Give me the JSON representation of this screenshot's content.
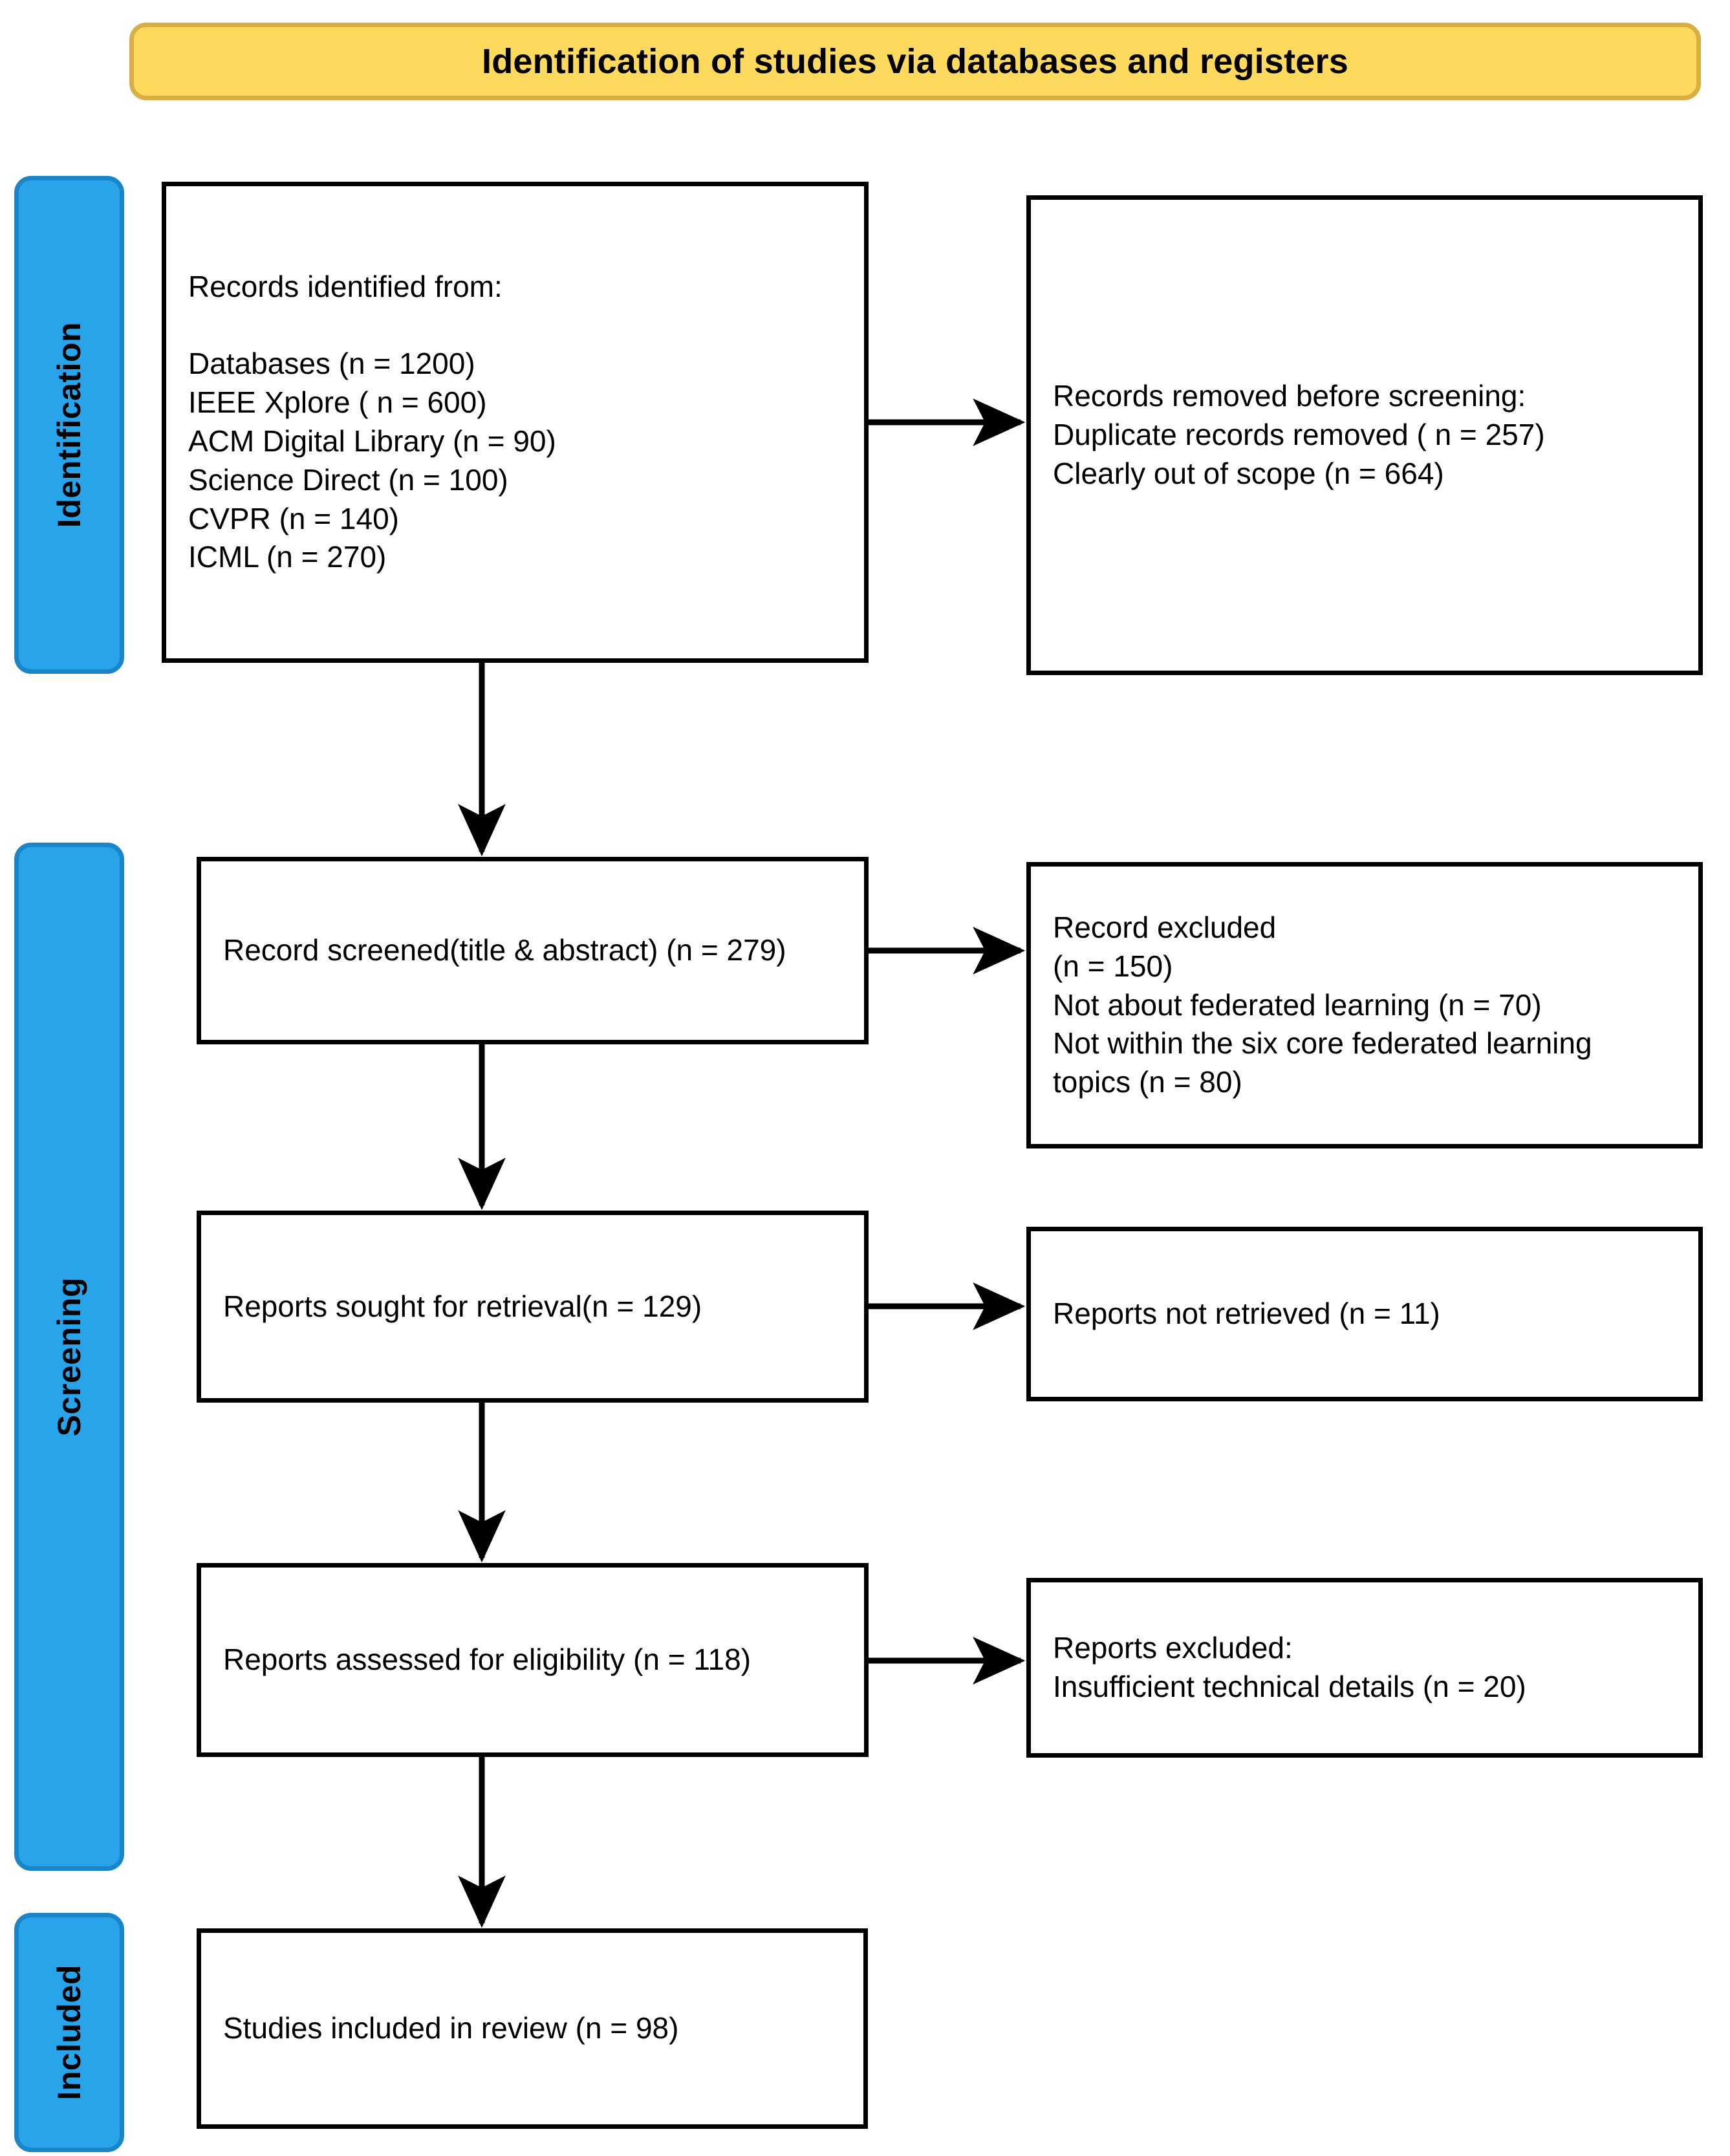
{
  "title": {
    "text": "Identification of studies via databases and registers"
  },
  "colors": {
    "banner_fill": "#fdd95e",
    "banner_border": "#d9ae45",
    "stage_fill": "#29a3ea",
    "stage_border": "#1a86c9",
    "box_border": "#000000",
    "box_fill": "#ffffff",
    "text": "#000000"
  },
  "stages": [
    {
      "id": "identification",
      "label": "Identification"
    },
    {
      "id": "screening",
      "label": "Screening"
    },
    {
      "id": "included",
      "label": "Included"
    }
  ],
  "boxes": {
    "records_identified": {
      "text": "Records identified from:\n\nDatabases (n = 1200)\nIEEE Xplore ( n = 600)\nACM Digital Library (n = 90)\nScience Direct (n = 100)\nCVPR (n = 140)\nICML (n = 270)"
    },
    "records_removed": {
      "text": "Records removed before screening:\nDuplicate records removed ( n = 257)\nClearly out of scope (n = 664)"
    },
    "record_screened": {
      "text": "Record screened(title & abstract) (n = 279)"
    },
    "record_excluded": {
      "text": "Record excluded\n(n = 150)\nNot about federated learning (n = 70)\nNot within the six core federated learning topics (n = 80)"
    },
    "reports_sought": {
      "text": "Reports sought for retrieval(n = 129)"
    },
    "reports_not_retrieved": {
      "text": "Reports not retrieved (n = 11)"
    },
    "reports_assessed": {
      "text": "Reports assessed for eligibility (n = 118)"
    },
    "reports_excluded": {
      "text": "Reports excluded:\nInsufficient technical details (n = 20)"
    },
    "studies_included": {
      "text": "Studies included in review (n = 98)"
    }
  },
  "chart_data": {
    "type": "diagram",
    "title": "Identification of studies via databases and registers",
    "stages": [
      "Identification",
      "Screening",
      "Included"
    ],
    "nodes": [
      {
        "id": "records_identified",
        "stage": "Identification",
        "label": "Records identified from",
        "counts": {
          "Databases": 1200,
          "IEEE Xplore": 600,
          "ACM Digital Library": 90,
          "Science Direct": 100,
          "CVPR": 140,
          "ICML": 270
        }
      },
      {
        "id": "records_removed",
        "stage": "Identification",
        "label": "Records removed before screening",
        "counts": {
          "Duplicate records removed": 257,
          "Clearly out of scope": 664
        }
      },
      {
        "id": "record_screened",
        "stage": "Screening",
        "label": "Record screened(title & abstract)",
        "n": 279
      },
      {
        "id": "record_excluded",
        "stage": "Screening",
        "label": "Record excluded",
        "n": 150,
        "counts": {
          "Not about federated learning": 70,
          "Not within the six core federated learning topics": 80
        }
      },
      {
        "id": "reports_sought",
        "stage": "Screening",
        "label": "Reports sought for retrieval",
        "n": 129
      },
      {
        "id": "reports_not_retrieved",
        "stage": "Screening",
        "label": "Reports not retrieved",
        "n": 11
      },
      {
        "id": "reports_assessed",
        "stage": "Screening",
        "label": "Reports assessed for eligibility",
        "n": 118
      },
      {
        "id": "reports_excluded",
        "stage": "Screening",
        "label": "Reports excluded: Insufficient technical details",
        "n": 20
      },
      {
        "id": "studies_included",
        "stage": "Included",
        "label": "Studies included in review",
        "n": 98
      }
    ],
    "edges": [
      {
        "from": "records_identified",
        "to": "records_removed",
        "direction": "right"
      },
      {
        "from": "records_identified",
        "to": "record_screened",
        "direction": "down"
      },
      {
        "from": "record_screened",
        "to": "record_excluded",
        "direction": "right"
      },
      {
        "from": "record_screened",
        "to": "reports_sought",
        "direction": "down"
      },
      {
        "from": "reports_sought",
        "to": "reports_not_retrieved",
        "direction": "right"
      },
      {
        "from": "reports_sought",
        "to": "reports_assessed",
        "direction": "down"
      },
      {
        "from": "reports_assessed",
        "to": "reports_excluded",
        "direction": "right"
      },
      {
        "from": "reports_assessed",
        "to": "studies_included",
        "direction": "down"
      }
    ]
  }
}
